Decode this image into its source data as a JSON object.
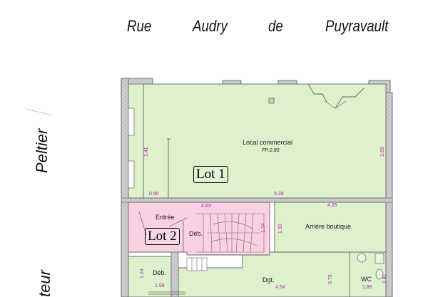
{
  "streets": {
    "top_words": [
      "Rue",
      "Audry",
      "de",
      "Puyravault"
    ],
    "left": "Peltier",
    "bottom_left": "teur"
  },
  "rooms": {
    "local_commercial": "Local commercial",
    "local_height": "FP:2,80",
    "entree": "Entrée",
    "deb_upper": "Déb.",
    "arriere_boutique": "Arrière boutique",
    "deb_lower": "Déb.",
    "dgt": "Dgt.",
    "wc": "WC"
  },
  "lots": {
    "lot1": "Lot 1",
    "lot2": "Lot 2"
  },
  "dimensions": {
    "d_341": "3.41",
    "d_369": "3.69",
    "d_090": "0.90",
    "d_828": "8.28",
    "d_483": "4.83",
    "d_426": "4.26",
    "d_190": "1.90",
    "d_134": "1.34",
    "d_124": "1.24",
    "d_159": "1.59",
    "d_454": "4.54",
    "d_070": "0.70",
    "d_141": "1.41",
    "d_185": "1.85"
  },
  "colors": {
    "lot1_fill": "#dcf1cc",
    "lot2_fill": "#f9d1e3",
    "wall_fill": "#c8c8c8",
    "dimension_text": "#b02ab0"
  }
}
